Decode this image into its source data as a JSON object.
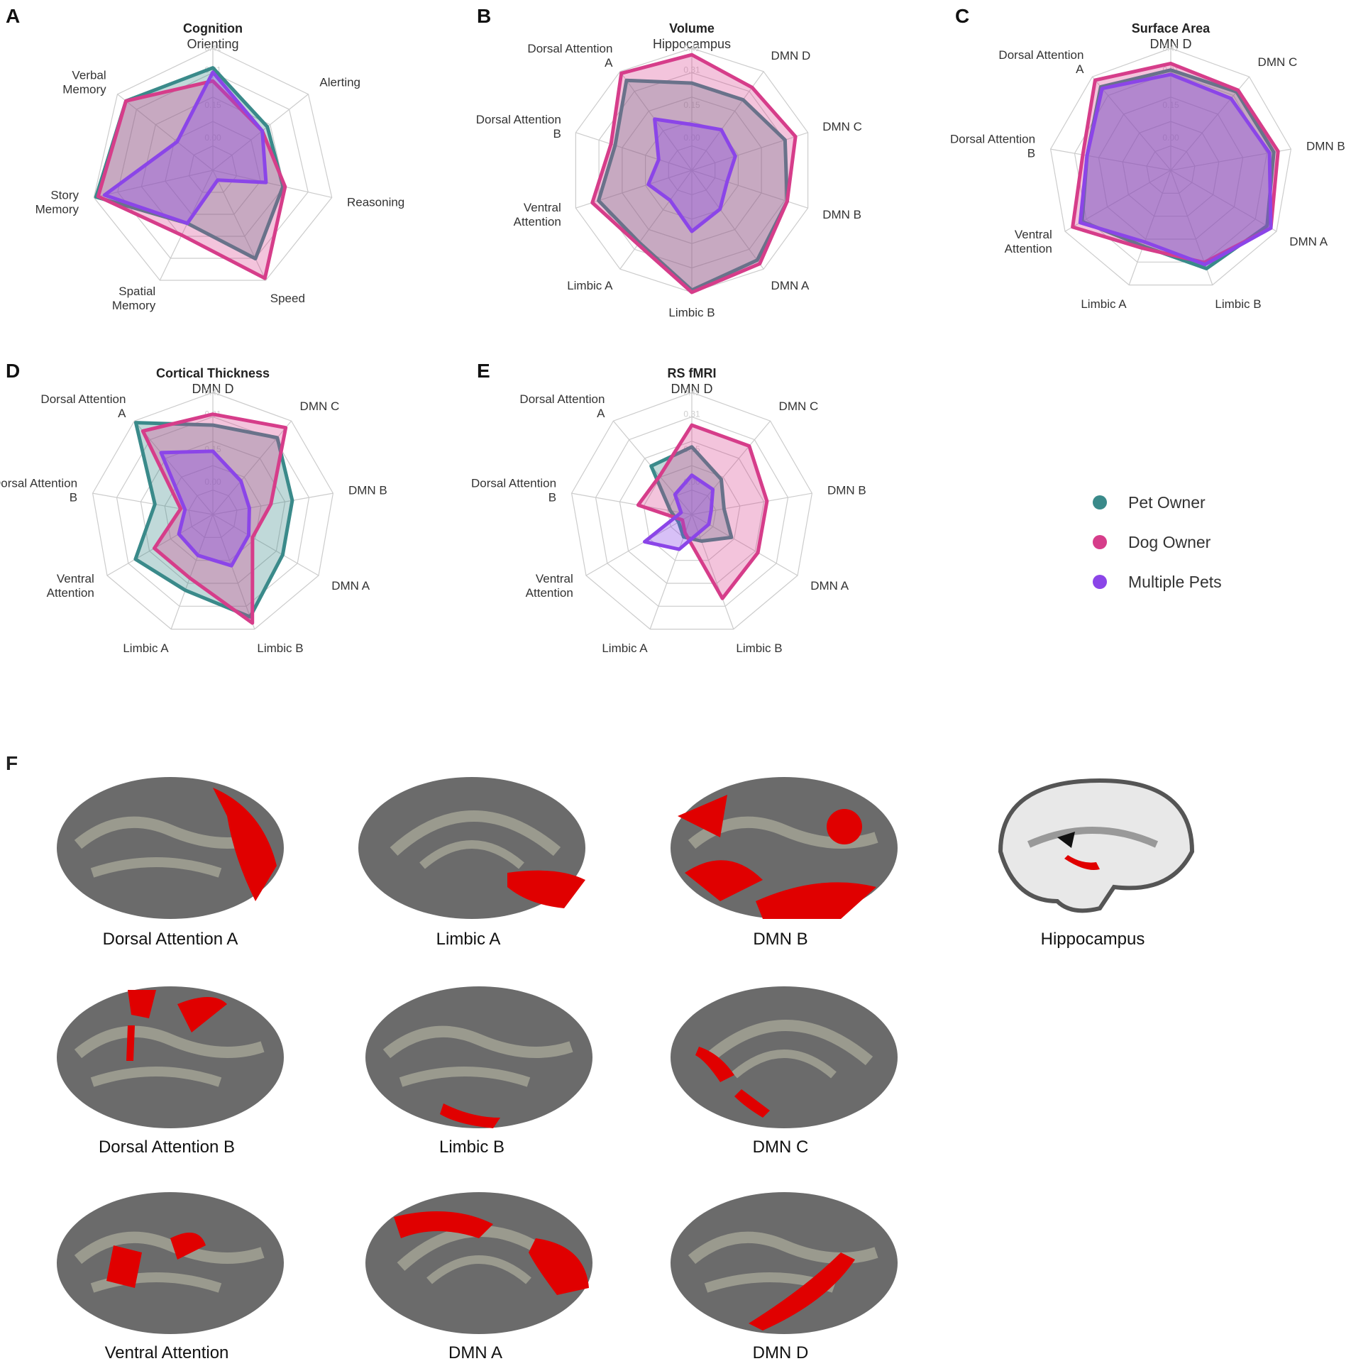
{
  "colors": {
    "pet_owner": "#3a8a8a",
    "dog_owner": "#d63d8a",
    "multiple_pets": "#8b45e8",
    "grid": "#cccccc",
    "highlight": "#e00000"
  },
  "chart_data": [
    {
      "letter": "A",
      "type": "radar",
      "title": "Cognition",
      "subtitle": "Orienting",
      "axes": [
        "Orienting",
        "Alerting",
        "Reasoning",
        "Speed",
        "Spatial Memory",
        "Story Memory",
        "Verbal Memory"
      ],
      "ticks": [
        "0.41",
        "0.31",
        "0.15",
        "0.00"
      ],
      "rlim": [
        -0.15,
        0.41
      ],
      "series": [
        {
          "name": "Pet Owner",
          "values": [
            0.32,
            0.17,
            0.18,
            0.3,
            0.12,
            0.4,
            0.36
          ]
        },
        {
          "name": "Dog Owner",
          "values": [
            0.26,
            0.14,
            0.19,
            0.4,
            0.18,
            0.39,
            0.36
          ]
        },
        {
          "name": "Multiple Pets",
          "values": [
            0.3,
            0.14,
            0.1,
            -0.1,
            0.12,
            0.36,
            0.06
          ]
        }
      ]
    },
    {
      "letter": "B",
      "type": "radar",
      "title": "Volume",
      "subtitle": "Hippocampus",
      "axes": [
        "Hippocampus",
        "DMN D",
        "DMN C",
        "DMN B",
        "DMN A",
        "Limbic B",
        "Limbic A",
        "Ventral Attention",
        "Dorsal Attention B",
        "Dorsal Attention A"
      ],
      "ticks": [
        "0.41",
        "0.31",
        "0.15",
        "0.00"
      ],
      "rlim": [
        -0.15,
        0.41
      ],
      "series": [
        {
          "name": "Pet Owner",
          "values": [
            0.25,
            0.25,
            0.3,
            0.31,
            0.36,
            0.4,
            0.26,
            0.3,
            0.22,
            0.36
          ]
        },
        {
          "name": "Dog Owner",
          "values": [
            0.38,
            0.32,
            0.35,
            0.31,
            0.38,
            0.41,
            0.27,
            0.33,
            0.24,
            0.4
          ]
        },
        {
          "name": "Multiple Pets",
          "values": [
            0.06,
            0.08,
            0.06,
            0.02,
            0.07,
            0.13,
            0.02,
            0.06,
            0.01,
            0.14
          ]
        }
      ]
    },
    {
      "letter": "C",
      "type": "radar",
      "title": "Surface Area",
      "subtitle": "DMN D",
      "axes": [
        "DMN D",
        "DMN C",
        "DMN B",
        "DMN A",
        "Limbic B",
        "Limbic A",
        "Ventral Attention",
        "Dorsal Attention B",
        "Dorsal Attention A"
      ],
      "ticks": [
        "0.41",
        "0.31",
        "0.15",
        "0.00"
      ],
      "rlim": [
        -0.15,
        0.41
      ],
      "series": [
        {
          "name": "Pet Owner",
          "values": [
            0.31,
            0.32,
            0.33,
            0.36,
            0.33,
            0.22,
            0.32,
            0.24,
            0.35
          ]
        },
        {
          "name": "Dog Owner",
          "values": [
            0.34,
            0.33,
            0.35,
            0.38,
            0.3,
            0.23,
            0.37,
            0.26,
            0.39
          ]
        },
        {
          "name": "Multiple Pets",
          "values": [
            0.29,
            0.28,
            0.31,
            0.38,
            0.31,
            0.2,
            0.33,
            0.24,
            0.34
          ]
        }
      ]
    },
    {
      "letter": "D",
      "type": "radar",
      "title": "Cortical Thickness",
      "subtitle": "DMN D",
      "axes": [
        "DMN D",
        "DMN C",
        "DMN B",
        "DMN A",
        "Limbic B",
        "Limbic A",
        "Ventral Attention",
        "Dorsal Attention B",
        "Dorsal Attention A"
      ],
      "ticks": [
        "0.41",
        "0.31",
        "0.15",
        "0.00"
      ],
      "rlim": [
        -0.15,
        0.41
      ],
      "series": [
        {
          "name": "Pet Owner",
          "values": [
            0.26,
            0.31,
            0.22,
            0.22,
            0.35,
            0.22,
            0.26,
            0.12,
            0.4
          ]
        },
        {
          "name": "Dog Owner",
          "values": [
            0.31,
            0.37,
            0.12,
            0.06,
            0.38,
            0.16,
            0.16,
            0.0,
            0.35
          ]
        },
        {
          "name": "Multiple Pets",
          "values": [
            0.14,
            0.05,
            0.02,
            0.04,
            0.1,
            0.05,
            0.03,
            -0.02,
            0.22
          ]
        }
      ]
    },
    {
      "letter": "E",
      "type": "radar",
      "title": "RS fMRI",
      "subtitle": "DMN D",
      "axes": [
        "DMN D",
        "DMN C",
        "DMN B",
        "DMN A",
        "Limbic B",
        "Limbic A",
        "Ventral Attention",
        "Dorsal Attention B",
        "Dorsal Attention A"
      ],
      "ticks": [
        "0.41",
        "0.31",
        "0.15",
        "0.00"
      ],
      "rlim": [
        -0.15,
        0.41
      ],
      "series": [
        {
          "name": "Pet Owner",
          "values": [
            0.16,
            0.06,
            0.0,
            0.06,
            -0.02,
            -0.04,
            -0.08,
            -0.05,
            0.14
          ]
        },
        {
          "name": "Dog Owner",
          "values": [
            0.26,
            0.26,
            0.2,
            0.2,
            0.26,
            -0.06,
            -0.1,
            0.1,
            0.08
          ]
        },
        {
          "name": "Multiple Pets",
          "values": [
            0.03,
            0.0,
            -0.06,
            -0.06,
            -0.06,
            0.02,
            0.1,
            -0.1,
            -0.03
          ]
        }
      ]
    }
  ],
  "legend": [
    {
      "label": "Pet Owner",
      "color": "#3a8a8a"
    },
    {
      "label": "Dog Owner",
      "color": "#d63d8a"
    },
    {
      "label": "Multiple Pets",
      "color": "#8b45e8"
    }
  ],
  "figure_f": {
    "letter": "F",
    "labels": [
      "Dorsal Attention A",
      "Limbic A",
      "DMN B",
      "Hippocampus",
      "Dorsal Attention B",
      "Limbic B",
      "DMN C",
      "Ventral Attention",
      "DMN A",
      "DMN D"
    ]
  }
}
